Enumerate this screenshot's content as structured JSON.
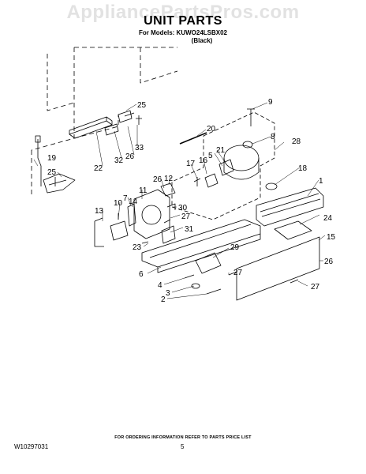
{
  "header": {
    "watermark": "AppliancePartsPros.com",
    "title": "UNIT PARTS",
    "models_line": "For Models: KUWO24LSBX02",
    "color_line": "(Black)"
  },
  "footer": {
    "ordering_note": "FOR ORDERING INFORMATION REFER TO PARTS PRICE LIST",
    "document_number": "W10297031",
    "page_number": "5"
  },
  "callouts": [
    {
      "id": "c25a",
      "label": "25"
    },
    {
      "id": "c9",
      "label": "9"
    },
    {
      "id": "c20",
      "label": "20"
    },
    {
      "id": "c8",
      "label": "8"
    },
    {
      "id": "c28",
      "label": "28"
    },
    {
      "id": "c33",
      "label": "33"
    },
    {
      "id": "c19",
      "label": "19"
    },
    {
      "id": "c25b",
      "label": "25"
    },
    {
      "id": "c22",
      "label": "22"
    },
    {
      "id": "c32",
      "label": "32"
    },
    {
      "id": "c26a",
      "label": "26"
    },
    {
      "id": "c21",
      "label": "21"
    },
    {
      "id": "c5",
      "label": "5"
    },
    {
      "id": "c17",
      "label": "17"
    },
    {
      "id": "c16",
      "label": "16"
    },
    {
      "id": "c18",
      "label": "18"
    },
    {
      "id": "c1",
      "label": "1"
    },
    {
      "id": "c26b",
      "label": "26"
    },
    {
      "id": "c12",
      "label": "12"
    },
    {
      "id": "c11",
      "label": "11"
    },
    {
      "id": "c7a",
      "label": "7"
    },
    {
      "id": "c14",
      "label": "14"
    },
    {
      "id": "c10",
      "label": "10"
    },
    {
      "id": "c13",
      "label": "13"
    },
    {
      "id": "c30",
      "label": "30"
    },
    {
      "id": "c27a",
      "label": "27"
    },
    {
      "id": "c24",
      "label": "24"
    },
    {
      "id": "c31",
      "label": "31"
    },
    {
      "id": "c15",
      "label": "15"
    },
    {
      "id": "c23",
      "label": "23"
    },
    {
      "id": "c29",
      "label": "29"
    },
    {
      "id": "c26c",
      "label": "26"
    },
    {
      "id": "c6",
      "label": "6"
    },
    {
      "id": "c27b",
      "label": "27"
    },
    {
      "id": "c4",
      "label": "4"
    },
    {
      "id": "c3",
      "label": "3"
    },
    {
      "id": "c2",
      "label": "2"
    },
    {
      "id": "c27c",
      "label": "27"
    }
  ]
}
